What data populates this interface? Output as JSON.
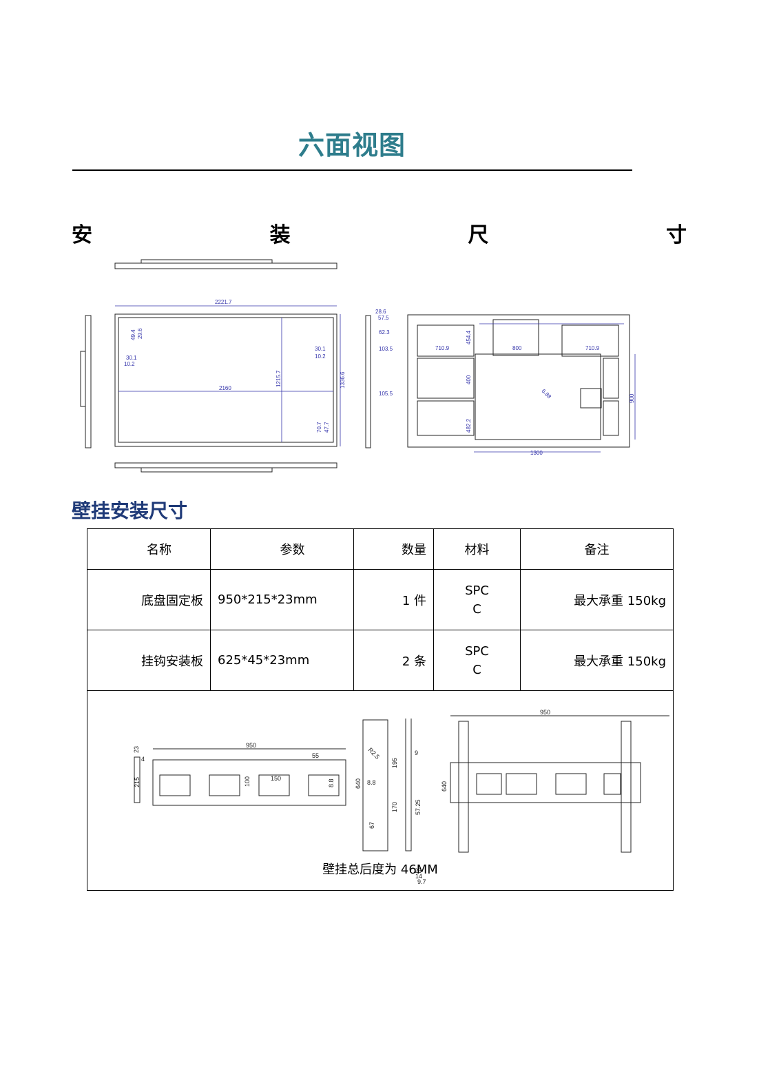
{
  "page_title": "六面视图",
  "install_heading": [
    "安",
    "装",
    "尺",
    "寸"
  ],
  "drawing": {
    "front_width": "2221.7",
    "front_height": "1336.6",
    "screen_width": "2160",
    "screen_height": "1215.7",
    "top_bezel_1": "49.4",
    "top_bezel_2": "29.6",
    "side_bezel_1": "30.1",
    "side_bezel_2": "10.2",
    "bottom_bezel_1": "70.7",
    "bottom_bezel_2": "47.7",
    "side_depth_1": "28.6",
    "side_depth_2": "57.5",
    "side_depth_3": "62.3",
    "side_dim_1": "103.5",
    "side_dim_2": "105.5",
    "back_left": "710.9",
    "back_center": "800",
    "back_right": "710.9",
    "back_top_h": "454.4",
    "back_mid_h": "400",
    "back_low_h": "482.2",
    "back_bottom_w": "1300",
    "back_right_h": "900",
    "back_angle": "6.88"
  },
  "wall_section_title": "壁挂安装尺寸",
  "table": {
    "headers": [
      "名称",
      "参数",
      "数量",
      "材料",
      "备注"
    ],
    "rows": [
      {
        "name": "底盘固定板",
        "param": "950*215*23mm",
        "qty": "1 件",
        "mat1": "SPC",
        "mat2": "C",
        "note": "最大承重 150kg"
      },
      {
        "name": "挂钩安装板",
        "param": "625*45*23mm",
        "qty": "2 条",
        "mat1": "SPC",
        "mat2": "C",
        "note": "最大承重 150kg"
      }
    ]
  },
  "bracket": {
    "plate_w": "950",
    "plate_h": "215",
    "thick_1": "23",
    "thick_2": "4",
    "hole_off": "55",
    "hole_d": "8.8",
    "win_h": "100",
    "win_w": "150",
    "hook_len": "640",
    "hook_1": "195",
    "hook_2": "170",
    "hook_3": "67",
    "hook_d": "8.8",
    "hook_r": "R2.5",
    "prof_1": "23",
    "prof_2": "14",
    "prof_3": "9.7",
    "prof_4": "9",
    "prof_5": "57.25",
    "assy_w": "950",
    "assy_h": "640",
    "caption": "壁挂总后度为 46MM"
  }
}
